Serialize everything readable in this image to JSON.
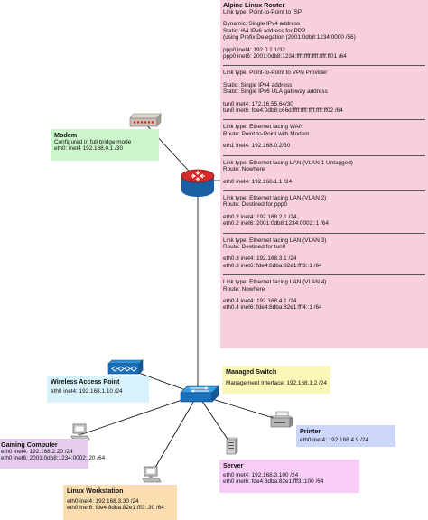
{
  "router": {
    "title": "Alpine Linux Router",
    "sections": [
      {
        "groups": [
          [
            "Link type: Point-to-Point to ISP"
          ],
          [
            "Dynamic: Single IPv4 address",
            "Static: /64 IPv6 address for PPP",
            "(using Prefix Delegation (2001:0db8:1234:0000 /56)"
          ],
          [
            "ppp0 inet4: 192.0.2.1/32",
            "ppp0 inet6: 2001:0db8:1234:ffff:ffff:ffff:ffff:ff01 /64"
          ]
        ]
      },
      {
        "groups": [
          [
            "Link type: Point-to-Point to VPN Provider"
          ],
          [
            "Static: Single IPv4 address",
            "Static: Single IPv6 ULA gateway address"
          ],
          [
            "tun0 inet4: 172.16.55.64/30",
            "tun0 inet6: fde4:0db8:c66d:ffff:ffff:ffff:ffff:ff02 /64"
          ]
        ]
      },
      {
        "groups": [
          [
            "Link type: Ethernet facing WAN",
            "Route: Point-to-Point with Modem"
          ],
          [
            "eth1 inet4: 192.168.0.2/30"
          ]
        ]
      },
      {
        "groups": [
          [
            "Link type: Ethernet facing LAN (VLAN 1 Untagged)",
            "Route: Nowhere"
          ],
          [
            "eth0 inet4: 192.168.1.1 /24"
          ]
        ]
      },
      {
        "groups": [
          [
            "Link type: Ethernet facing LAN (VLAN 2)",
            "Route: Destined for ppp0"
          ],
          [
            "eth0.2 inet4: 192.168.2.1 /24",
            "eth0.2 inet6: 2001:0db8:1234:0002::1 /64"
          ]
        ]
      },
      {
        "groups": [
          [
            "Link type: Ethernet facing LAN (VLAN 3)",
            "Route: Destined for tun0"
          ],
          [
            "eth0.3 inet4: 192.168.3.1 /24",
            "eth0.3 inet6: fde4:8dba:82e1:fff3::1 /64"
          ]
        ]
      },
      {
        "groups": [
          [
            "Link type: Ethernet facing LAN (VLAN 4)",
            "Route: Nowhere"
          ],
          [
            "eth0.4 inet4: 192.168.4.1 /24",
            "eth0.4 inet6: fde4:8dba:82e1:fff4::1 /64"
          ]
        ]
      }
    ]
  },
  "modem": {
    "title": "Modem",
    "lines": [
      "Configured in full bridge mode",
      "eth0: inet4 192.168.0.1 /30"
    ]
  },
  "access_point": {
    "title": "Wireless Access Point",
    "lines": [
      "eth0 inet4: 192.168.1.10 /24"
    ]
  },
  "switch": {
    "title": "Managed Switch",
    "lines": [
      "Management Interface: 192.168.1.2 /24"
    ]
  },
  "printer": {
    "title": "Printer",
    "lines": [
      "eth0 inet4: 192.168.4.9 /24"
    ]
  },
  "gaming": {
    "title": "Gaming Computer",
    "lines": [
      "eth0 inet4: 192.168.2.20 /24",
      "eth0 inet6: 2001:0db8:1234:0002::20 /64"
    ]
  },
  "server": {
    "title": "Server",
    "lines": [
      "eth0 inet4: 192.168.3.100 /24",
      "eth0 inet6: fde4:8dba:82e1:fff3::100 /64"
    ]
  },
  "workstation": {
    "title": "Linux Workstation",
    "lines": [
      "eth0 inet4: 192.168.3.30 /24",
      "eth0 inet6: fde4:8dba:82e1:fff3::30 /64"
    ]
  },
  "colors": {
    "router_panel": "#f8d0dc",
    "modem_box": "#ccf5cc",
    "access_point_box": "#d8f2fb",
    "switch_box": "#fbf7b8",
    "printer_box": "#ccd6fa",
    "gaming_box": "#e6cdef",
    "server_box": "#f7cdf7",
    "workstation_box": "#fbdeb0",
    "link": "#000000"
  }
}
